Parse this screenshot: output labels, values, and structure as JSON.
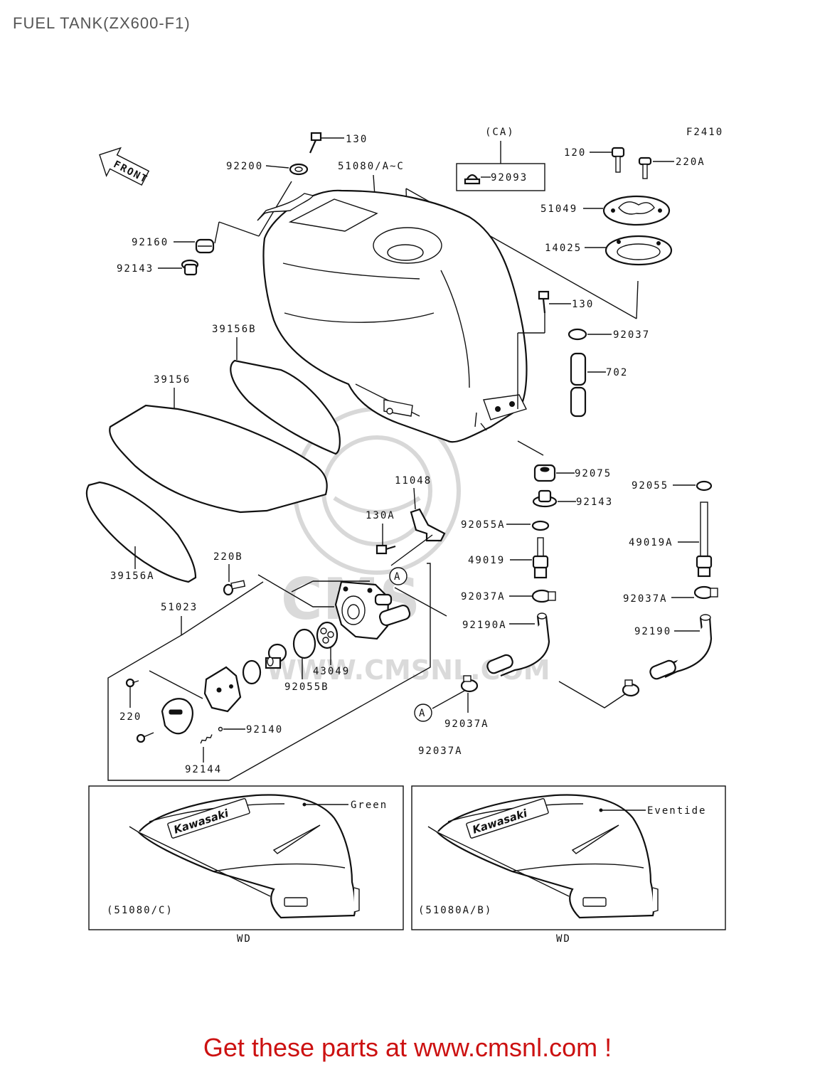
{
  "header": {
    "title": "FUEL TANK(ZX600-F1)"
  },
  "diagram": {
    "figure_code": "F2410",
    "front_arrow_label": "FRONT",
    "ca_group_label": "(CA)",
    "callout_a": "A",
    "part_labels": {
      "p130_top": "130",
      "p92200": "92200",
      "p51080": "51080/A~C",
      "p92093": "92093",
      "p120": "120",
      "p220a": "220A",
      "p51049": "51049",
      "p14025": "14025",
      "p92160": "92160",
      "p92143_left": "92143",
      "p130_right": "130",
      "p92037": "92037",
      "p702": "702",
      "p39156b": "39156B",
      "p39156": "39156",
      "p92075": "92075",
      "p92055": "92055",
      "p92143_right": "92143",
      "p11048": "11048",
      "p130a": "130A",
      "p92055a": "92055A",
      "p49019a": "49019A",
      "p49019": "49019",
      "p220b": "220B",
      "p39156a": "39156A",
      "p92037a_1": "92037A",
      "p92037a_2": "92037A",
      "p51023": "51023",
      "p92190a": "92190A",
      "p92190": "92190",
      "p43049": "43049",
      "p92055b": "92055B",
      "p220": "220",
      "p92037a_3": "92037A",
      "p92140": "92140",
      "p92144": "92144",
      "p92037a_4": "92037A"
    },
    "variant_left": {
      "color_label": "Green",
      "part_ref": "(51080/C)",
      "code": "WD",
      "brand": "Kawasaki"
    },
    "variant_right": {
      "color_label": "Eventide",
      "part_ref": "(51080A/B)",
      "code": "WD",
      "brand": "Kawasaki"
    },
    "watermark": "WWW.CMSNL.COM"
  },
  "footer": {
    "cta": "Get these parts at www.cmsnl.com !",
    "cta_color": "#cc1111"
  }
}
